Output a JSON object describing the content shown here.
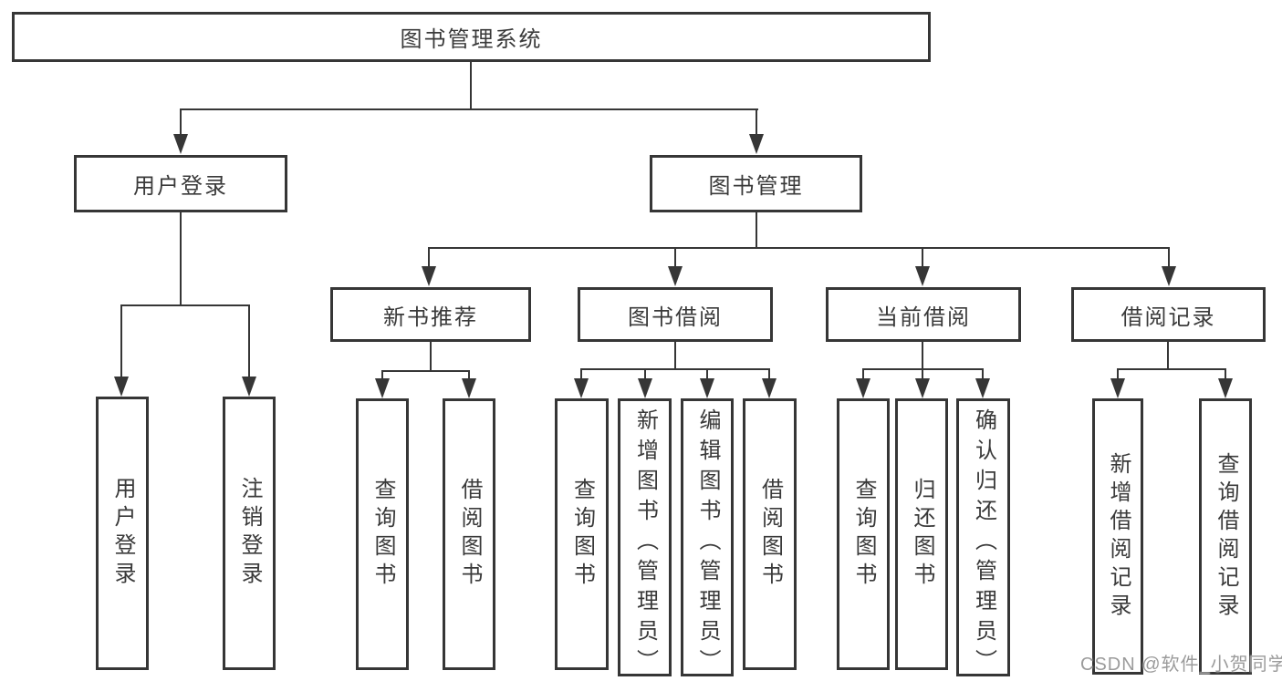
{
  "colors": {
    "line": "#363636",
    "text": "#3a3a3a",
    "watermark_text": "#9b9b9b",
    "background": "#ffffff"
  },
  "diagram": {
    "root": {
      "label": "图书管理系统"
    },
    "branches": [
      {
        "label": "用户登录",
        "children": [
          {
            "label": "用户登录"
          },
          {
            "label": "注销登录"
          }
        ]
      },
      {
        "label": "图书管理",
        "children": [
          {
            "label": "新书推荐",
            "children": [
              {
                "label": "查询图书"
              },
              {
                "label": "借阅图书"
              }
            ]
          },
          {
            "label": "图书借阅",
            "children": [
              {
                "label": "查询图书"
              },
              {
                "label": "新增图书（管理员）"
              },
              {
                "label": "编辑图书（管理员）"
              },
              {
                "label": "借阅图书"
              }
            ]
          },
          {
            "label": "当前借阅",
            "children": [
              {
                "label": "查询图书"
              },
              {
                "label": "归还图书"
              },
              {
                "label": "确认归还（管理员）"
              }
            ]
          },
          {
            "label": "借阅记录",
            "children": [
              {
                "label": "新增借阅记录"
              },
              {
                "label": "查询借阅记录"
              }
            ]
          }
        ]
      }
    ]
  },
  "watermark": {
    "text": "CSDN @软件_小贺同学"
  }
}
